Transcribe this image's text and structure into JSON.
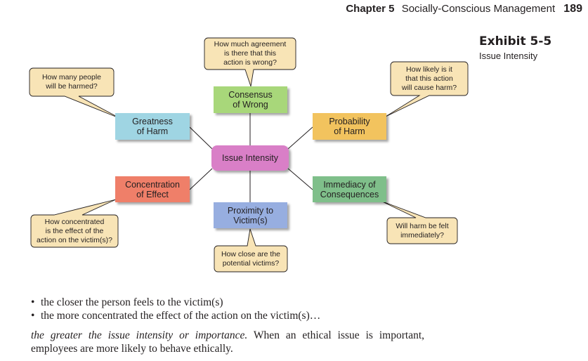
{
  "header": {
    "chapter": "Chapter 5",
    "title": "Socially-Conscious Management",
    "page_number": "189"
  },
  "exhibit": {
    "label": "Exhibit 5-5",
    "subtitle": "Issue Intensity"
  },
  "diagram": {
    "center": {
      "label": "Issue Intensity",
      "color": "#d97fc7"
    },
    "nodes": [
      {
        "id": "consensus",
        "label": "Consensus\nof Wrong",
        "color": "#a8d77a",
        "callout": "How much agreement\nis there that this\naction is wrong?"
      },
      {
        "id": "harm",
        "label": "Greatness\nof Harm",
        "color": "#9fd5e3",
        "callout": "How many people\nwill be harmed?"
      },
      {
        "id": "probability",
        "label": "Probability\nof Harm",
        "color": "#f2c35e",
        "callout": "How likely is it\nthat this action\nwill cause harm?"
      },
      {
        "id": "concentration",
        "label": "Concentration\nof Effect",
        "color": "#ef7f69",
        "callout": "How concentrated\nis the effect of the\naction on the victim(s)?"
      },
      {
        "id": "immediacy",
        "label": "Immediacy of\nConsequences",
        "color": "#7fbf8a",
        "callout": "Will harm be felt\nimmediately?"
      },
      {
        "id": "proximity",
        "label": "Proximity to\nVictim(s)",
        "color": "#97aee0",
        "callout": "How close are the\npotential victims?"
      }
    ],
    "callout_fill": "#f8e4b6"
  },
  "body": {
    "bullets": [
      "the closer the person feels to the victim(s)",
      "the more concentrated the effect of the action on the victim(s)…"
    ],
    "para_italic": "the greater the issue intensity or importance.",
    "para_rest": " When an ethical issue is important, employees are more likely to behave ethically."
  }
}
